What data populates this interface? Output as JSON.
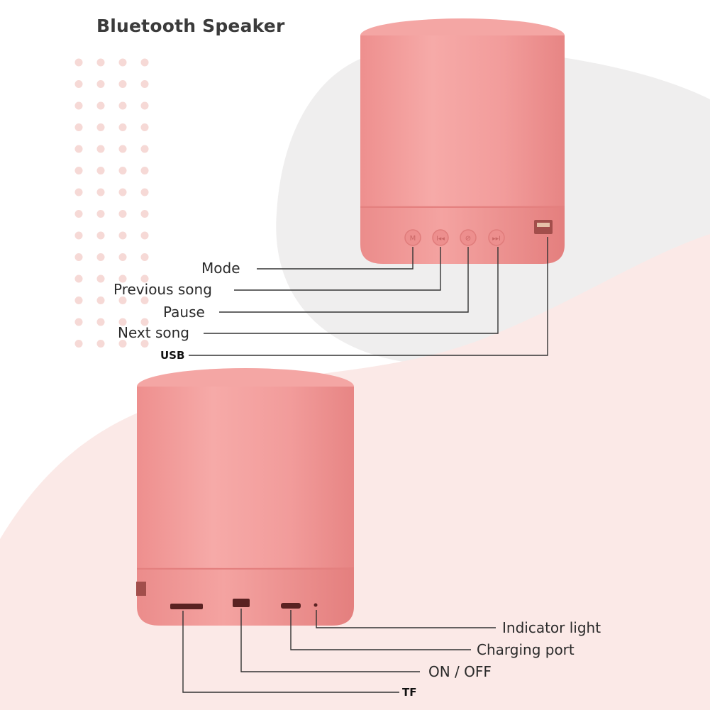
{
  "title": "Bluetooth Speaker",
  "top_labels": {
    "mode": "Mode",
    "previous": "Previous song",
    "pause": "Pause",
    "next": "Next song",
    "usb": "USB"
  },
  "bottom_labels": {
    "indicator": "Indicator light",
    "charging": "Charging port",
    "onoff": "ON / OFF",
    "tf": "TF"
  },
  "colors": {
    "speaker_body": "#f29a99",
    "speaker_highlight": "#f7b1ae",
    "speaker_shadow": "#e98685",
    "background_blob_grey": "#efeeee",
    "background_blob_pink": "#fbe9e7",
    "dots": "#f6d9d6",
    "leader_line": "#333333"
  },
  "button_icons": [
    "mode-icon",
    "previous-icon",
    "pause-icon",
    "next-icon"
  ]
}
